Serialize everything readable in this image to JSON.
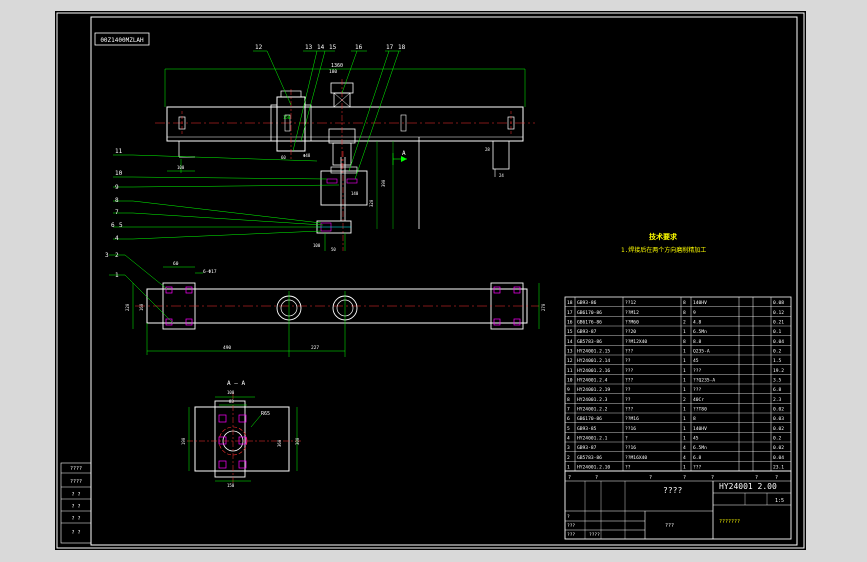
{
  "drawing": {
    "code_box": "00Z1400MZLAH",
    "dims_top": {
      "width": "1360",
      "d150": "150",
      "d180": "180",
      "d100": "100",
      "d28": "28",
      "d24": "24",
      "d390": "390",
      "d320": "320",
      "d160": "160",
      "d50": "50",
      "d60": "60",
      "phi48": "Φ48",
      "d100b": "100",
      "d140": "140"
    },
    "section_arrow": "A",
    "balloons_top": [
      "12",
      "13",
      "14",
      "15",
      "16",
      "17",
      "18"
    ],
    "balloons_left": [
      "11",
      "10",
      "9",
      "8",
      "7",
      "6",
      "5",
      "4"
    ],
    "balloons_plan": [
      "3",
      "2",
      "1"
    ],
    "plan_dims": {
      "d60": "60",
      "holes": "6-Φ17",
      "d490": "490",
      "d227": "227",
      "d220": "220",
      "d160": "160",
      "d270": "270"
    },
    "section_view": {
      "title": "A — A",
      "d100": "100",
      "d83": "83",
      "r": "R65",
      "d360": "360",
      "d300": "300",
      "d190": "190",
      "d150": "150"
    },
    "tech_title": "技术要求",
    "tech_item": "1.焊接后在两个方向磨削精加工",
    "bom": [
      [
        "18",
        "GB93-86",
        "??12",
        "8",
        "140HV",
        "",
        "0.08"
      ],
      [
        "17",
        "GB6170-86",
        "??M12",
        "8",
        "9",
        "",
        "0.12"
      ],
      [
        "16",
        "GB6176-86",
        "??M60",
        "2",
        "4.8",
        "",
        "0.21"
      ],
      [
        "15",
        "GB93-87",
        "??20",
        "1",
        "6.5Mn",
        "",
        "0.1"
      ],
      [
        "14",
        "GB5783-86",
        "??M12X40",
        "8",
        "8.8",
        "",
        "0.04"
      ],
      [
        "13",
        "HY24001.2.15",
        "???",
        "1",
        "Q235-A",
        "",
        "0.2"
      ],
      [
        "12",
        "HY24001.2.14",
        "??",
        "1",
        "45",
        "",
        "1.5"
      ],
      [
        "11",
        "HY24001.2.16",
        "???",
        "1",
        "???",
        "",
        "19.2"
      ],
      [
        "10",
        "HY24001.2.4",
        "???",
        "1",
        "??Q235-A",
        "",
        "3.5"
      ],
      [
        "9",
        "HY24001.2.19",
        "??",
        "1",
        "???",
        "",
        "6.8"
      ],
      [
        "8",
        "HY24001.2.3",
        "??",
        "2",
        "40Cr",
        "",
        "2.3"
      ],
      [
        "7",
        "HY24001.2.2",
        "???",
        "1",
        "??T80",
        "",
        "0.02"
      ],
      [
        "6",
        "GB6170-86",
        "??M16",
        "1",
        "8",
        "",
        "0.03"
      ],
      [
        "5",
        "GB93-85",
        "??16",
        "1",
        "140HV",
        "",
        "0.02"
      ],
      [
        "4",
        "HY24001.2.1",
        "?",
        "1",
        "45",
        "",
        "0.2"
      ],
      [
        "3",
        "GB93-87",
        "??16",
        "4",
        "6.5Mn",
        "",
        "0.02"
      ],
      [
        "2",
        "GB5783-86",
        "??M16X40",
        "4",
        "6.8",
        "",
        "0.04"
      ],
      [
        "1",
        "HY24001.2.10",
        "??",
        "1",
        "???",
        "",
        "23.1"
      ]
    ],
    "bom_header": [
      "?",
      "?",
      "?",
      "?",
      "?",
      "?",
      "?"
    ],
    "title_block": {
      "name": "????",
      "drawing_no": "HY24001 2.00",
      "scale": "1:5",
      "sheet": "???",
      "org": "???????",
      "rows": [
        "?",
        "???",
        "???",
        "????"
      ]
    },
    "left_strip": [
      "????",
      "????",
      "? ?",
      "? ?",
      "? ?",
      "? ?"
    ]
  },
  "colors": {
    "background": "#000000",
    "frame": "#ffffff",
    "outline": "#ffffff",
    "dimension": "#00ff00",
    "centerline": "#ff3030",
    "hidden": "#00ffff",
    "accent": "#ff00ff",
    "text_yellow": "#ffff00",
    "text_white": "#ffffff"
  }
}
